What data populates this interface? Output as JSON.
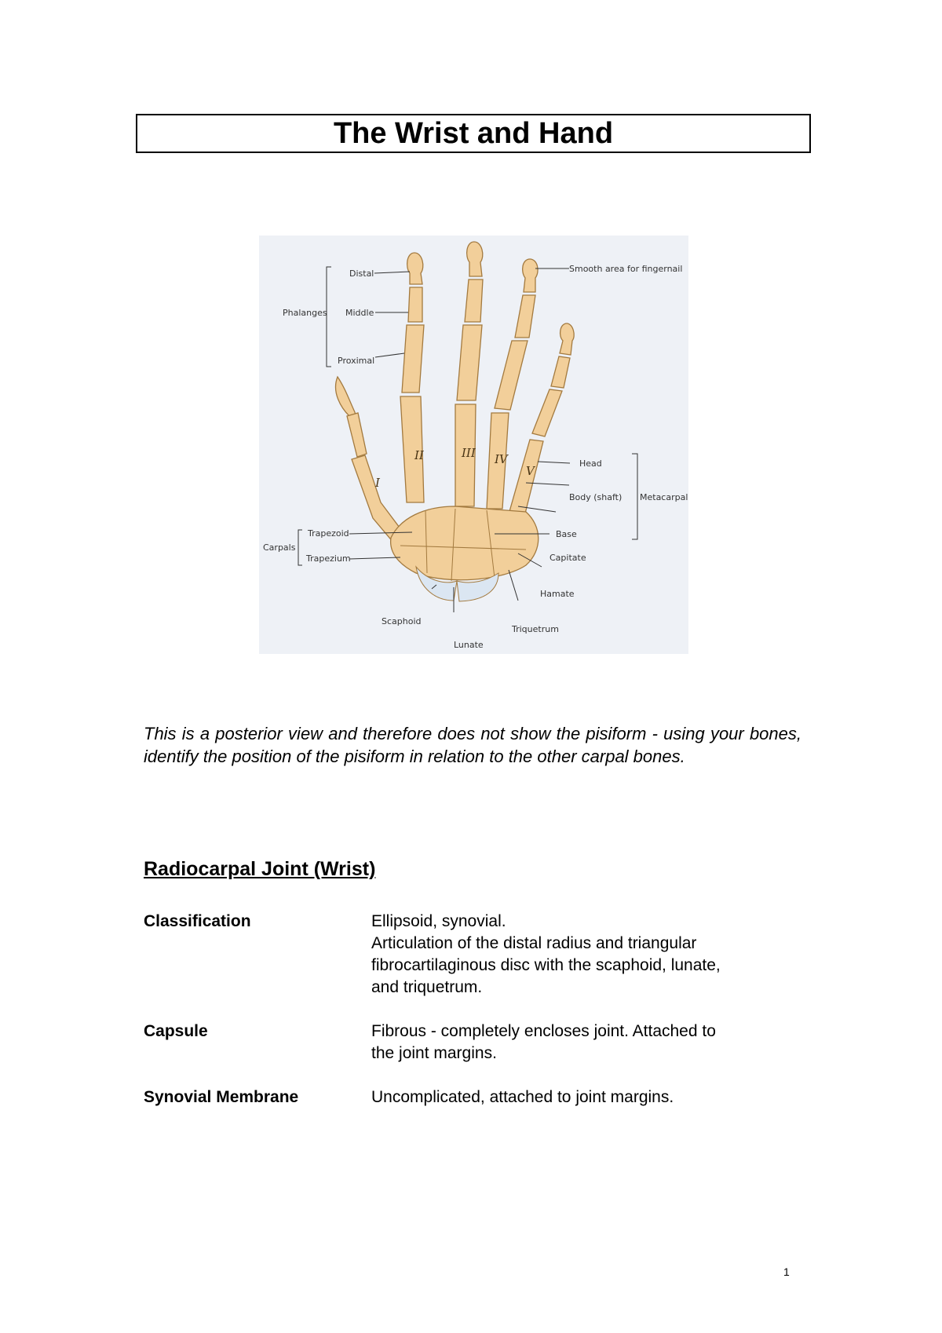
{
  "title": "The Wrist and Hand",
  "figure": {
    "labels": {
      "phalanges": "Phalanges",
      "distal": "Distal",
      "middle": "Middle",
      "proximal": "Proximal",
      "smooth_area": "Smooth area for fingernail",
      "head": "Head",
      "body": "Body (shaft)",
      "base": "Base",
      "metacarpal": "Metacarpal",
      "carpals": "Carpals",
      "trapezoid": "Trapezoid",
      "trapezium": "Trapezium",
      "scaphoid": "Scaphoid",
      "lunate": "Lunate",
      "capitate": "Capitate",
      "hamate": "Hamate",
      "triquetrum": "Triquetrum"
    },
    "numerals": [
      "I",
      "II",
      "III",
      "IV",
      "V"
    ],
    "colors": {
      "bone": "#f2cf9a",
      "bone_outline": "#a37a3f",
      "background": "#eef1f6",
      "cartilage": "#dbe6f2"
    }
  },
  "note": "This is a posterior view and therefore does not show the pisiform - using your bones, identify the position of the pisiform in relation to the other carpal bones.",
  "section": {
    "heading": "Radiocarpal Joint (Wrist)",
    "rows": [
      {
        "term": "Classification",
        "lines": [
          "Ellipsoid, synovial.",
          "Articulation of the distal radius and triangular",
          "fibrocartilaginous disc with the scaphoid, lunate,",
          "and triquetrum."
        ]
      },
      {
        "term": "Capsule",
        "lines": [
          "Fibrous - completely encloses joint.  Attached to",
          "the joint margins."
        ]
      },
      {
        "term": "Synovial Membrane",
        "lines": [
          "Uncomplicated, attached to joint margins."
        ]
      }
    ]
  },
  "page_number": "1"
}
